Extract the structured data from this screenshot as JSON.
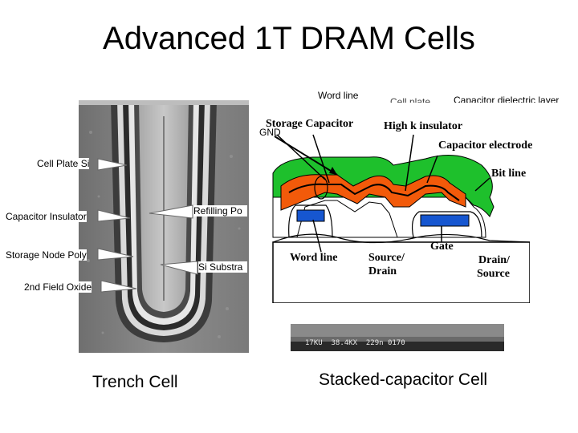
{
  "title": "Advanced 1T DRAM Cells",
  "trench": {
    "caption": "Trench Cell",
    "labels": {
      "cell_plate": "Cell Plate Si",
      "capacitor_insulator": "Capacitor Insulator",
      "storage_node": "Storage Node Poly",
      "field_oxide": "2nd Field Oxide",
      "refilling": "Refilling Po",
      "si_substrate": "Si Substra"
    }
  },
  "stacked": {
    "caption": "Stacked-capacitor Cell",
    "top_labels": {
      "word_line": "Word line",
      "cell_plate": "Cell plate",
      "cap_dielectric": "Capacitor dielectric layer",
      "gnd": "GND"
    },
    "inset_labels": {
      "storage_capacitor": "Storage Capacitor",
      "high_k": "High k insulator",
      "cap_electrode": "Capacitor electrode",
      "bit_line": "Bit line",
      "gate": "Gate",
      "word_line": "Word line",
      "source": "Source/",
      "source2": "Drain",
      "drain": "Drain/",
      "drain2": "Source"
    },
    "micro_text": "17KU  38.4KX  229n 0170"
  },
  "colors": {
    "green": "#1ec02c",
    "orange": "#f25a0a",
    "blue": "#1656d0",
    "sem_gray": "#8a8a8a"
  }
}
